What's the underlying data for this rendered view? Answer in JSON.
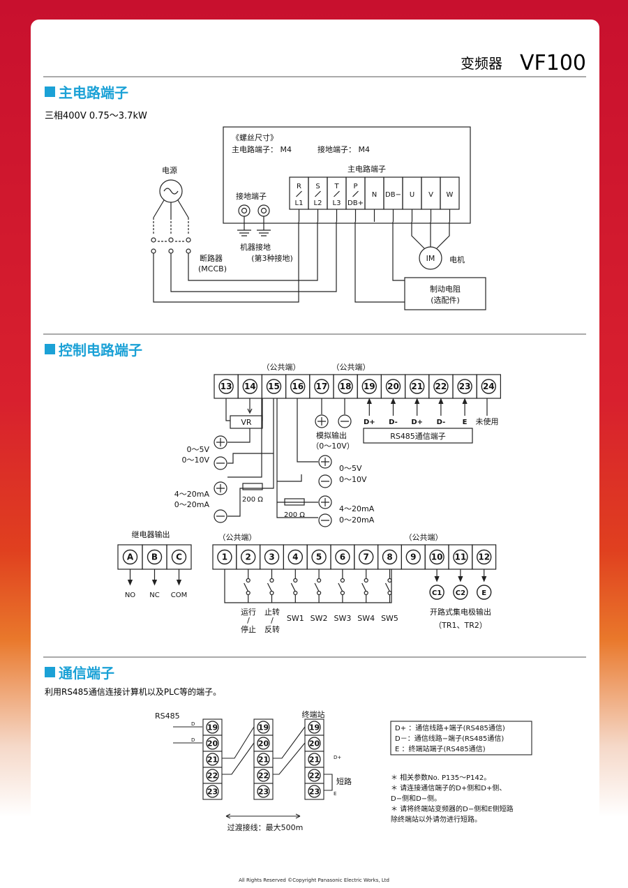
{
  "header": {
    "product_cn": "变频器",
    "product_model": "VF100"
  },
  "colors": {
    "accent": "#1ba1d6",
    "line": "#222222",
    "rule": "#555555"
  },
  "sections": {
    "main": {
      "title": "主电路端子",
      "subtitle": "三相400V  0.75～3.7kW"
    },
    "control": {
      "title": "控制电路端子"
    },
    "comm": {
      "title": "通信端子",
      "intro": "利用RS485通信连接计算机以及PLC等的端子。"
    }
  },
  "main_diagram": {
    "screw_header": "《螺丝尺寸》",
    "screw_main": "主电路端子： M4",
    "screw_ground": "接地端子： M4",
    "power_label": "电源",
    "ground_terminal_label": "接地端子",
    "main_terminal_label": "主电路端子",
    "terminals": [
      {
        "top": "R",
        "bottom": "L1"
      },
      {
        "top": "S",
        "bottom": "L2"
      },
      {
        "top": "T",
        "bottom": "L3"
      },
      {
        "top": "P",
        "bottom": "DB+"
      },
      {
        "top": "N",
        "bottom": ""
      },
      {
        "top": "DB−",
        "bottom": ""
      },
      {
        "top": "U",
        "bottom": ""
      },
      {
        "top": "V",
        "bottom": ""
      },
      {
        "top": "W",
        "bottom": ""
      }
    ],
    "breaker_label": "断路器",
    "breaker_sub": "(MCCB)",
    "machine_ground": "机器接地",
    "machine_ground_sub": "(第3种接地)",
    "motor_symbol": "IM",
    "motor_label": "电机",
    "resistor_label": "制动电阻",
    "resistor_sub": "(选配件)"
  },
  "control_diagram": {
    "common_label": "（公共端）",
    "upper_terminals": [
      "13",
      "14",
      "15",
      "16",
      "17",
      "18",
      "19",
      "20",
      "21",
      "22",
      "23",
      "24"
    ],
    "vr_label": "VR",
    "analog_plus": "+",
    "analog_minus": "−",
    "analog_out_label": "模拟输出",
    "analog_out_range": "（0～10V）",
    "comm_pin_labels": [
      "D+",
      "D-",
      "D+",
      "D-",
      "E"
    ],
    "unused_label": "未使用",
    "rs485_label": "RS485通信端子",
    "in_volt_a": "0～5V",
    "in_volt_b": "0～10V",
    "in_curr_a": "4～20mA",
    "in_curr_b": "0～20mA",
    "ohm_label": "200 Ω",
    "relay_title": "继电器输出",
    "relay_terminals": [
      "A",
      "B",
      "C"
    ],
    "relay_labels": [
      "NO",
      "NC",
      "COM"
    ],
    "lower_terminals": [
      "1",
      "2",
      "3",
      "4",
      "5",
      "6",
      "7",
      "8",
      "9",
      "10",
      "11",
      "12"
    ],
    "oc_outputs": [
      "C1",
      "C2",
      "E"
    ],
    "oc_label": "开路式集电极输出",
    "oc_sub": "（TR1、TR2）",
    "sw_run": "运行",
    "sw_stop": "停止",
    "sw_halt": "止转",
    "sw_rev": "反转",
    "sw_slash": "/",
    "sw_names": [
      "SW1",
      "SW2",
      "SW3",
      "SW4",
      "SW5"
    ]
  },
  "comm_diagram": {
    "rs485_label": "RS485",
    "end_station_label": "终端站",
    "terminals": [
      "19",
      "20",
      "21",
      "22",
      "23"
    ],
    "wire_label": "D",
    "short_label": "短路",
    "end_plus": "D+",
    "end_e": "E",
    "distance_label": "过渡接线：最大500m",
    "legend": [
      "D+ ：通信线路+端子(RS485通信)",
      "D－：通信线路−端子(RS485通信)",
      "E  ：终端站端子(RS485通信)"
    ],
    "notes": [
      "＊ 相关参数No. P135～P142。",
      "＊ 请连接通信端子的D+侧和D+侧、",
      "   D−侧和D−侧。",
      "＊ 请将终端站变频器的D−侧和E侧短路",
      "   除终端站以外请勿进行短路。"
    ]
  },
  "footer": {
    "copyright": "All Rights Reserved ©Copyright Panasonic Electric Works, Ltd"
  }
}
